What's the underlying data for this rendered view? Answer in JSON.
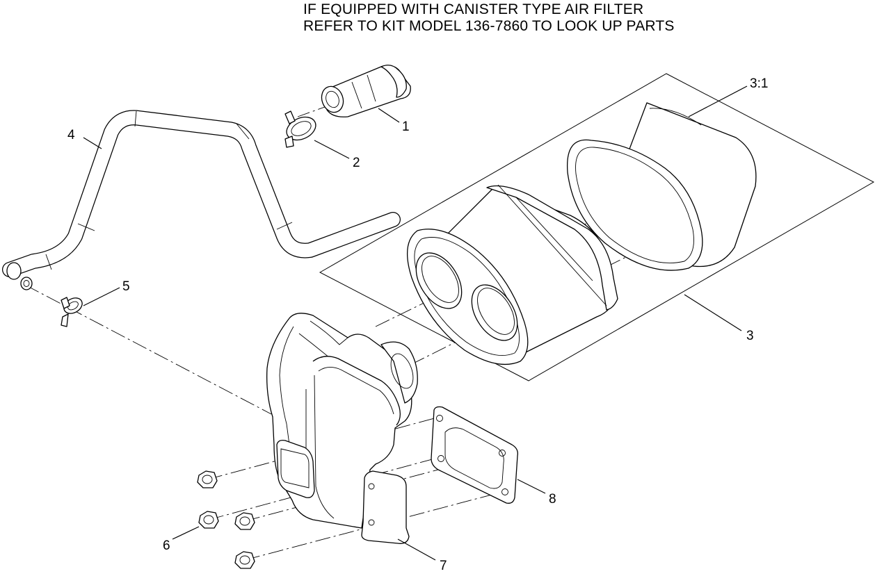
{
  "note": {
    "line1": "IF EQUIPPED WITH CANISTER TYPE AIR FILTER",
    "line2": "REFER TO KIT MODEL 136-7860 TO LOOK UP PARTS"
  },
  "callouts": {
    "c1": "1",
    "c2": "2",
    "c3": "3",
    "c3_1": "3:1",
    "c4": "4",
    "c5": "5",
    "c6": "6",
    "c7": "7",
    "c8": "8"
  },
  "colors": {
    "line": "#000000",
    "background": "#ffffff"
  }
}
